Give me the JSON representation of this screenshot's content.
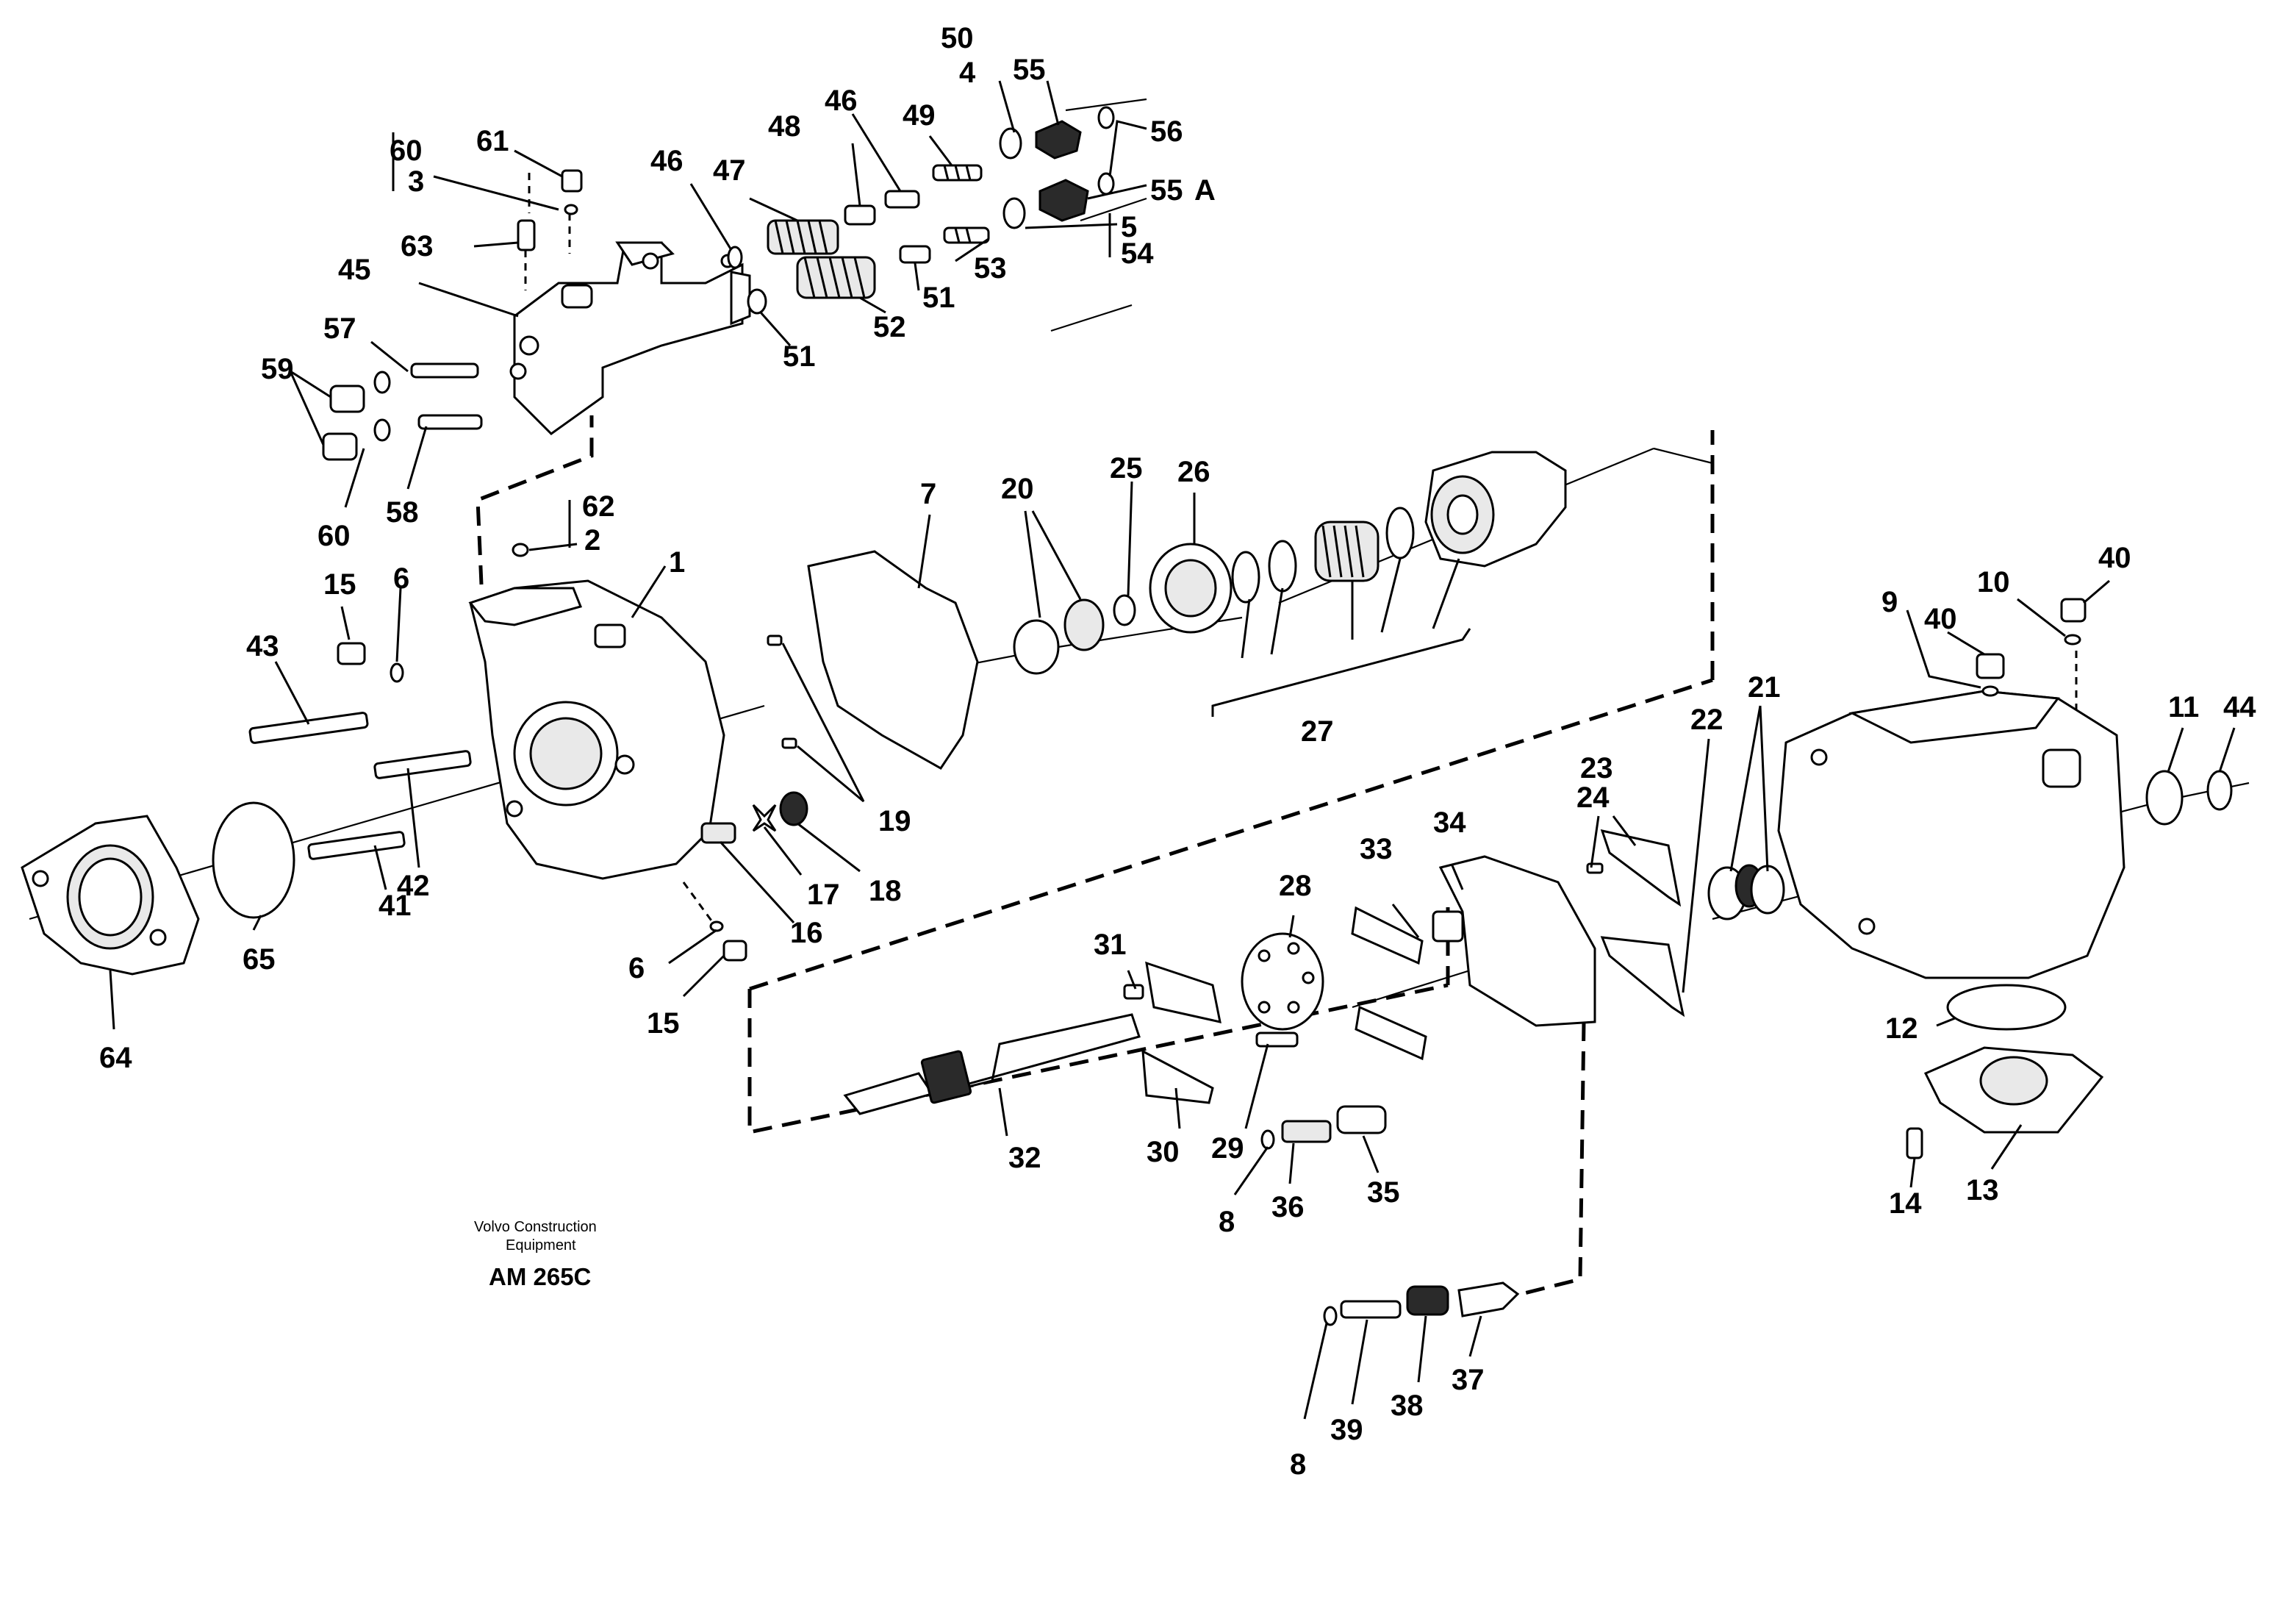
{
  "diagram": {
    "caption": {
      "company_line1": "Volvo Construction",
      "company_line2": "Equipment",
      "drawing_code": "AM 265C"
    },
    "labels": {
      "p1": "1",
      "p2": "2",
      "p3": "3",
      "p4": "4",
      "p5": "5",
      "p6a": "6",
      "p6b": "6",
      "p7": "7",
      "p8a": "8",
      "p8b": "8",
      "p9": "9",
      "p10": "10",
      "p11": "11",
      "p12": "12",
      "p13": "13",
      "p14": "14",
      "p15a": "15",
      "p15b": "15",
      "p16": "16",
      "p17": "17",
      "p18": "18",
      "p19": "19",
      "p20": "20",
      "p21": "21",
      "p22": "22",
      "p23": "23",
      "p24": "24",
      "p25": "25",
      "p26": "26",
      "p27": "27",
      "p28": "28",
      "p29": "29",
      "p30": "30",
      "p31": "31",
      "p32": "32",
      "p33": "33",
      "p34": "34",
      "p35": "35",
      "p36": "36",
      "p37": "37",
      "p38": "38",
      "p39": "39",
      "p40a": "40",
      "p40b": "40",
      "p41": "41",
      "p42": "42",
      "p43": "43",
      "p44": "44",
      "p45": "45",
      "p46a": "46",
      "p46b": "46",
      "p47": "47",
      "p48": "48",
      "p49": "49",
      "p50": "50",
      "p51a": "51",
      "p51b": "51",
      "p52": "52",
      "p53": "53",
      "p54": "54",
      "p55": "55",
      "p55a": "55",
      "p55a_suffix": "A",
      "p56": "56",
      "p57": "57",
      "p58": "58",
      "p59": "59",
      "p60a": "60",
      "p60b": "60",
      "p61": "61",
      "p62": "62",
      "p63": "63",
      "p64": "64",
      "p65": "65"
    }
  }
}
